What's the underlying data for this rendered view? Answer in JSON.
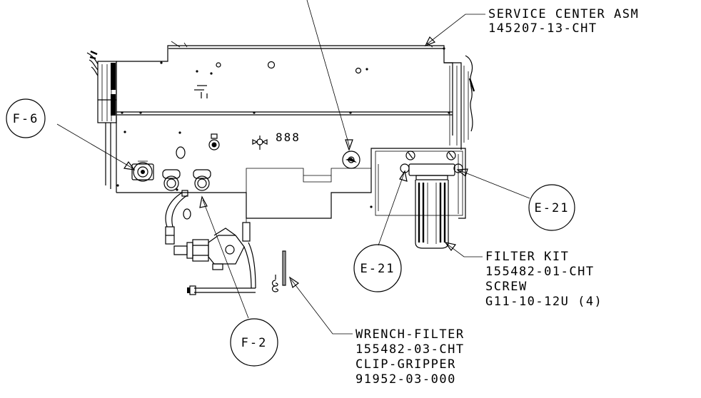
{
  "callouts": {
    "service_center": {
      "line1": "SERVICE CENTER ASM",
      "line2": "145207-13-CHT"
    },
    "filter_kit": {
      "line1": "FILTER KIT",
      "line2": "155482-01-CHT",
      "line3": "SCREW",
      "line4": "G11-10-12U (4)"
    },
    "wrench_filter": {
      "line1": "WRENCH-FILTER",
      "line2": "155482-03-CHT",
      "line3": "CLIP-GRIPPER",
      "line4": "91952-03-000"
    }
  },
  "bubbles": {
    "f6": "F-6",
    "f2": "F-2",
    "e21_left": "E-21",
    "e21_right": "E-21"
  },
  "panel": {
    "indicator_digits": "888"
  }
}
